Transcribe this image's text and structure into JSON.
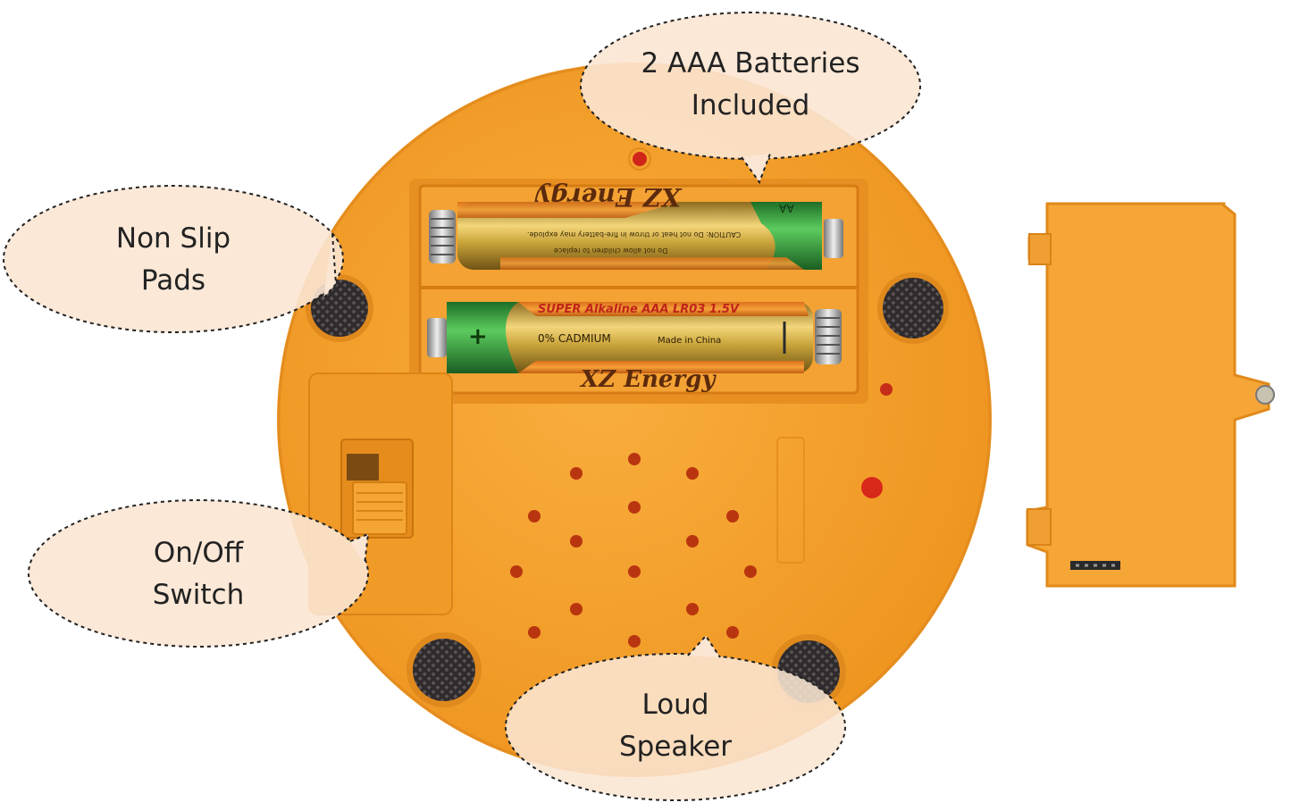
{
  "callouts": {
    "batteries": {
      "line1": "2 AAA Batteries",
      "line2": "Included"
    },
    "pads": {
      "line1": "Non Slip",
      "line2": "Pads"
    },
    "switch": {
      "line1": "On/Off",
      "line2": "Switch"
    },
    "speaker": {
      "line1": "Loud",
      "line2": "Speaker"
    }
  },
  "battery_top": {
    "brand": "XZ Energy",
    "caution": "CAUTION: Do not heat or throw in fire-battery may explode.",
    "warning": "Do not allow children to replace",
    "type": "AA"
  },
  "battery_bottom": {
    "line": "SUPER Alkaline AAA LR03 1.5V",
    "mercury": "0% CADMIUM",
    "origin": "Made in China",
    "brand": "XZ Energy",
    "plus": "+",
    "minus": "–"
  },
  "colors": {
    "housing": "#F6A431",
    "housing_dark": "#E08A1E",
    "compartment": "#EE9A2A",
    "callout_fill": "#FBE6D3",
    "pad": "#3A3536",
    "battery_green": "#2E9E3A",
    "battery_gold": "#C9A43A"
  }
}
